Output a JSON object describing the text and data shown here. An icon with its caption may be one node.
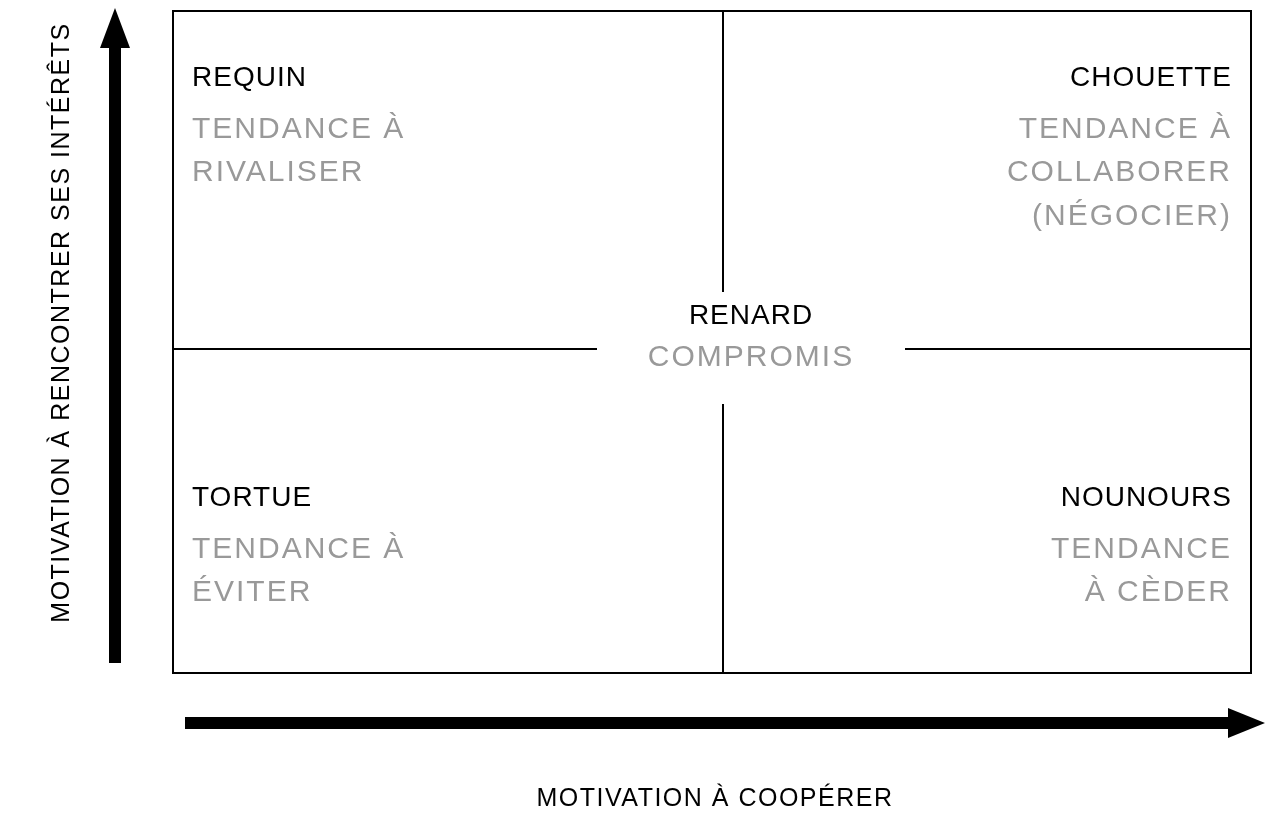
{
  "diagram": {
    "nodes": [
      {
        "text": [
          "REQUIN",
          "TENDANCE À RIVALISER"
        ]
      },
      {
        "text": [
          "CHOUETTE",
          "TENDANCE À COLLABORER (NÉGOCIER)"
        ]
      },
      {
        "text": [
          "RENARD",
          "COMPROMIS"
        ]
      },
      {
        "text": [
          "TORTUE",
          "TENDANCE À ÉVITER"
        ]
      },
      {
        "text": [
          "NOUNOURS",
          "TENDANCE À CÈDER"
        ]
      }
    ],
    "labels": [
      "MOTIVATION À RENCONTRER SES INTÉRÊTS",
      "MOTIVATION À COOPÉRER"
    ]
  }
}
